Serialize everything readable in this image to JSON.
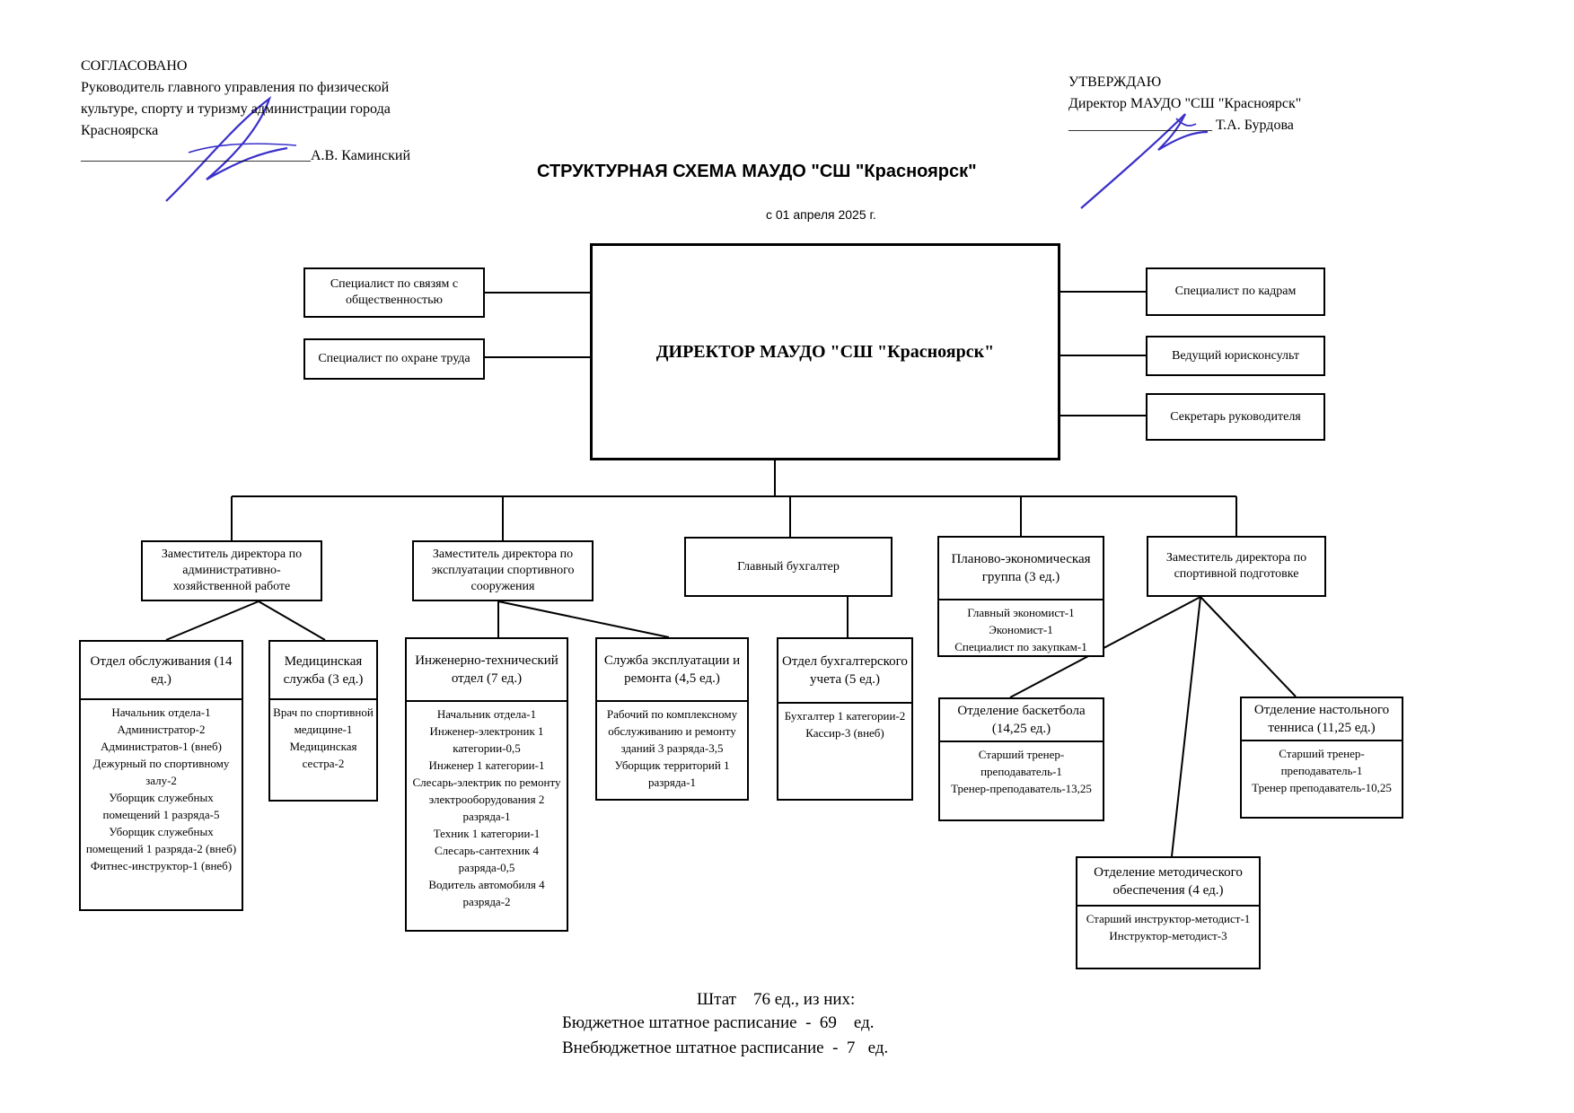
{
  "approved_left": {
    "heading": "СОГЛАСОВАНО",
    "lines": [
      "Руководитель главного управления по физической",
      "культуре, спорту и туризму администрации города",
      "Красноярска"
    ],
    "signature_line": "________________________________А.В. Каминский"
  },
  "approved_right": {
    "heading": "УТВЕРЖДАЮ",
    "line": "Директор МАУДО \"СШ \"Красноярск\"",
    "signature_line": "____________________   Т.А. Бурдова"
  },
  "title": "СТРУКТУРНАЯ СХЕМА МАУДО \"СШ \"Красноярск\"",
  "date": "с  01 апреля 2025 г.",
  "director": "ДИРЕКТОР  МАУДО \"СШ \"Красноярск\"",
  "left_specialists": [
    "Специалист по связям с общественностью",
    "Специалист по охране труда"
  ],
  "right_specialists": [
    "Специалист по кадрам",
    "Ведущий юрисконсульт",
    "Секретарь руководителя"
  ],
  "deputies": [
    "Заместитель директора по административно-хозяйственной работе",
    "Заместитель директора по эксплуатации спортивного сооружения",
    "Главный бухгалтер",
    "Заместитель директора по спортивной подготовке"
  ],
  "planning_group": {
    "head": "Планово-экономическая группа (3 ед.)",
    "staff": [
      "Главный экономист-1",
      "Экономист-1",
      "Специалист по закупкам-1"
    ]
  },
  "units": {
    "service": {
      "head": "Отдел обслуживания (14 ед.)",
      "staff": [
        "Начальник отдела-1",
        "Администратор-2",
        "Администратов-1 (внеб)",
        "Дежурный по спортивному залу-2",
        "Уборщик служебных помещений 1 разряда-5",
        "Уборщик служебных помещений 1 разряда-2 (внеб)",
        "Фитнес-инструктор-1 (внеб)"
      ]
    },
    "medical": {
      "head": "Медицинская служба (3 ед.)",
      "staff": [
        "Врач по спортивной медицине-1",
        "Медицинская сестра-2"
      ]
    },
    "engineering": {
      "head": "Инженерно-технический отдел (7 ед.)",
      "staff": [
        "Начальник отдела-1",
        "Инженер-электроник 1 категории-0,5",
        "Инженер 1 категории-1",
        "Слесарь-электрик по ремонту электрооборудования 2 разряда-1",
        "Техник 1 категории-1",
        "Слесарь-сантехник 4 разряда-0,5",
        "Водитель автомобиля 4 разряда-2"
      ]
    },
    "maintenance": {
      "head": "Служба эксплуатации и ремонта (4,5 ед.)",
      "staff": [
        "Рабочий по комплексному обслуживанию и ремонту зданий 3 разряда-3,5",
        "Уборщик территорий 1 разряда-1"
      ]
    },
    "accounting": {
      "head": "Отдел бухгалтерского учета (5 ед.)",
      "staff": [
        "Бухгалтер 1 категории-2",
        "Кассир-3 (внеб)"
      ]
    },
    "basketball": {
      "head": "Отделение баскетбола (14,25 ед.)",
      "staff": [
        "Старший тренер-преподаватель-1",
        "Тренер-преподаватель-13,25"
      ]
    },
    "table_tennis": {
      "head": "Отделение настольного тенниса (11,25 ед.)",
      "staff": [
        "Старший тренер-преподаватель-1",
        "Тренер преподаватель-10,25"
      ]
    },
    "methodical": {
      "head": "Отделение методического обеспечения (4 ед.)",
      "staff": [
        "Старший инструктор-методист-1",
        "Инструктор-методист-3"
      ]
    }
  },
  "summary": {
    "total": "Штат    76 ед., из них:",
    "budget": "Бюджетное штатное расписание  -  69    ед.",
    "offbudget": "Внебюджетное штатное расписание  -  7   ед."
  },
  "colors": {
    "signature_ink": "#3a2fc9",
    "line": "#000000"
  }
}
